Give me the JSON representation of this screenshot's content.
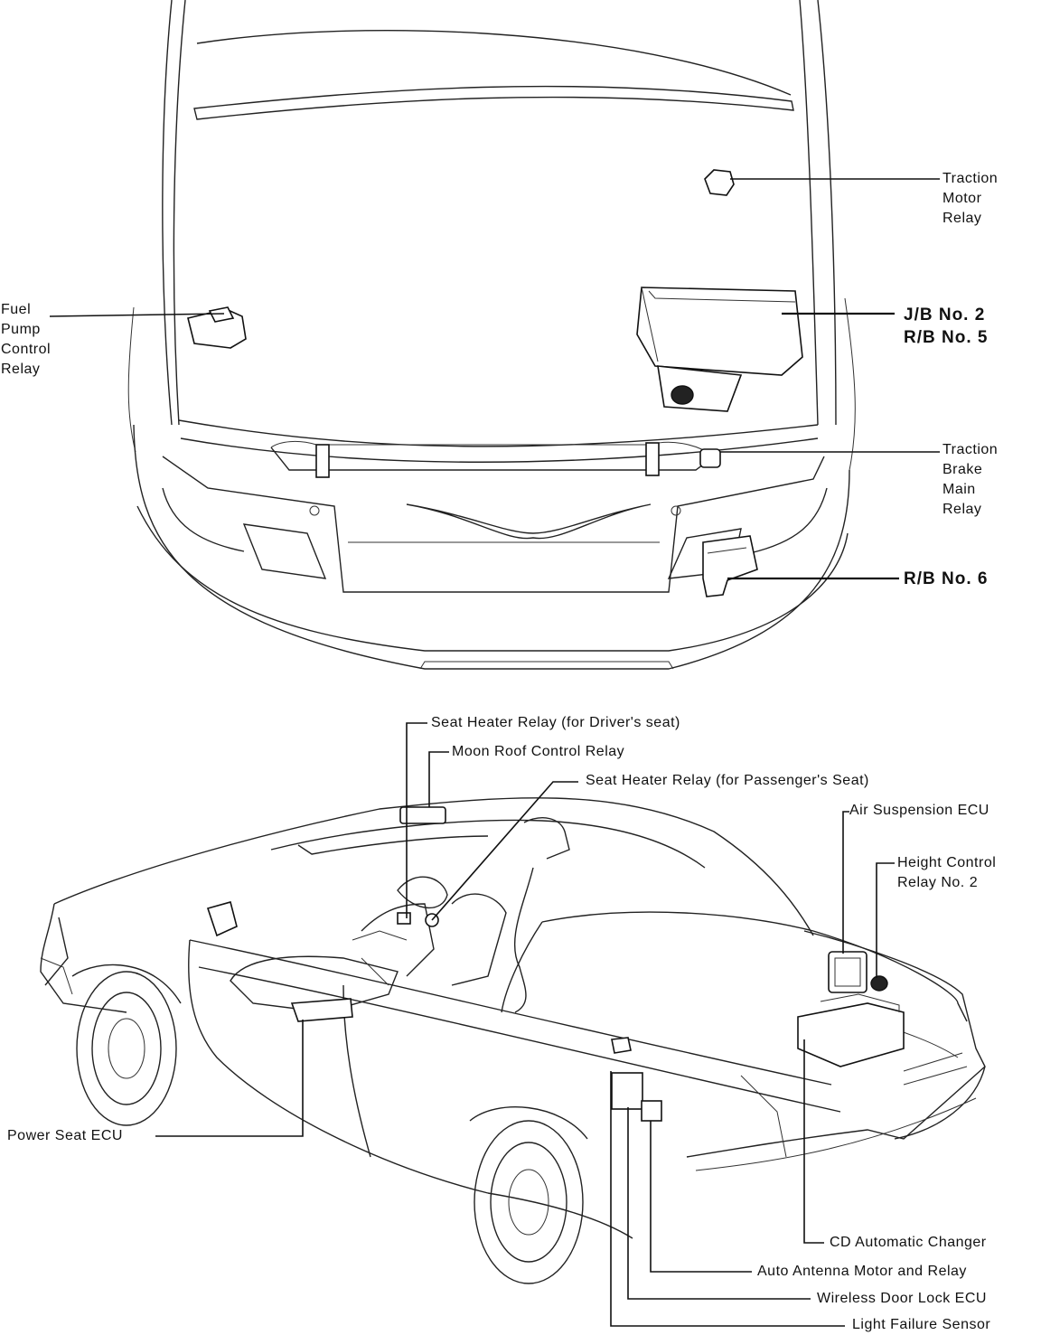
{
  "engine_labels": {
    "traction_motor_relay": "Traction\nMotor\nRelay",
    "fuel_pump_control_relay": "Fuel\nPump\nControl\nRelay",
    "jb_no2": "J/B No. 2",
    "rb_no5": "R/B No. 5",
    "traction_brake_main_relay": "Traction\nBrake\nMain\nRelay",
    "rb_no6": "R/B No. 6"
  },
  "cabin_labels": {
    "seat_heater_relay_driver": "Seat Heater Relay (for Driver's seat)",
    "moon_roof_control_relay": "Moon Roof Control Relay",
    "seat_heater_relay_passenger": "Seat Heater Relay (for Passenger's Seat)",
    "air_suspension_ecu": "Air Suspension ECU",
    "height_control_relay_no2": "Height Control\nRelay No. 2",
    "power_seat_ecu": "Power Seat ECU",
    "cd_automatic_changer": "CD Automatic Changer",
    "auto_antenna_motor_and_relay": "Auto Antenna Motor and Relay",
    "wireless_door_lock_ecu": "Wireless Door Lock ECU",
    "light_failure_sensor": "Light Failure Sensor"
  }
}
